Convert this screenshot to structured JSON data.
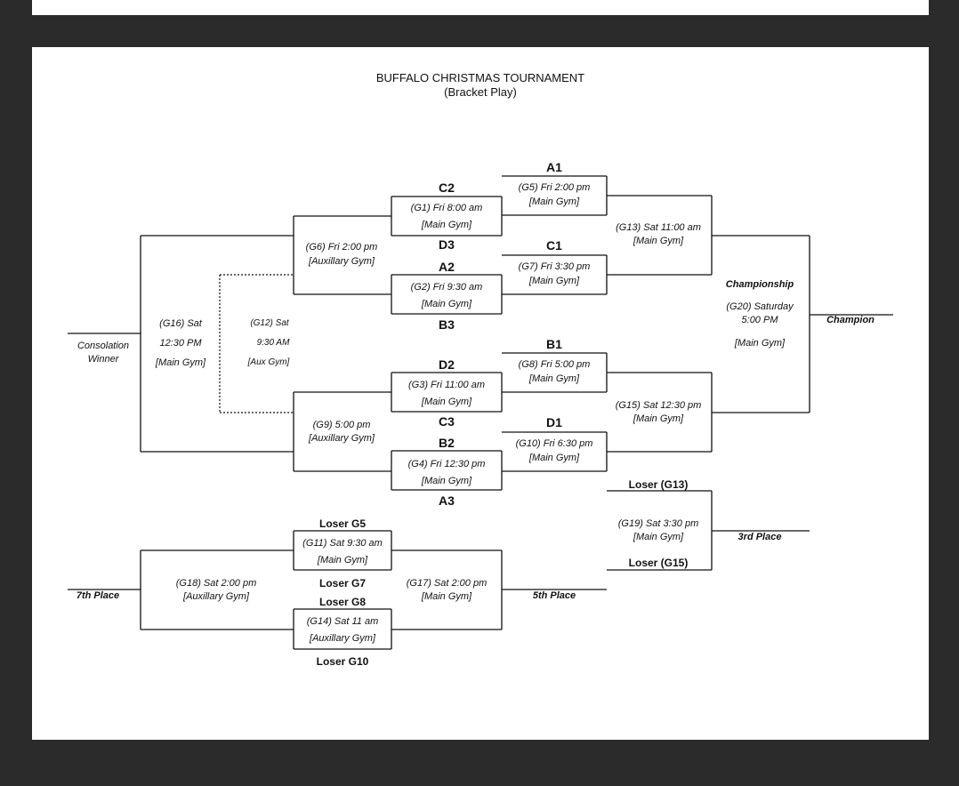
{
  "header": {
    "title": "BUFFALO CHRISTMAS TOURNAMENT",
    "subtitle": "(Bracket Play)"
  },
  "teams": {
    "a1": "A1",
    "c2": "C2",
    "d3": "D3",
    "c1": "C1",
    "a2": "A2",
    "b3": "B3",
    "b1": "B1",
    "d2": "D2",
    "c3": "C3",
    "d1": "D1",
    "b2": "B2",
    "a3": "A3"
  },
  "games": {
    "g1_time": "(G1)  Fri 8:00 am",
    "g1_loc": "[Main Gym]",
    "g2_time": "(G2)  Fri 9:30 am",
    "g2_loc": "[Main Gym]",
    "g3_time": "(G3)  Fri 11:00 am",
    "g3_loc": "[Main Gym]",
    "g4_time": "(G4)  Fri 12:30 pm",
    "g4_loc": "[Main Gym]",
    "g5_time": "(G5)  Fri 2:00 pm",
    "g5_loc": "[Main Gym]",
    "g7_time": "(G7)  Fri 3:30 pm",
    "g7_loc": "[Main Gym]",
    "g8_time": "(G8)  Fri 5:00 pm",
    "g8_loc": "[Main Gym]",
    "g10_time": "(G10)  Fri 6:30 pm",
    "g10_loc": "[Main Gym]",
    "g6_time": "(G6) Fri 2:00 pm",
    "g6_loc": "[Auxillary Gym]",
    "g9_time": "(G9)  5:00 pm",
    "g9_loc": "[Auxillary Gym]",
    "g13_time": "(G13)  Sat 11:00 am",
    "g13_loc": "[Main Gym]",
    "g15_time": "(G15)  Sat 12:30 pm",
    "g15_loc": "[Main Gym]",
    "g12_a": "(G12)  Sat",
    "g12_b": "9:30 AM",
    "g12_c": "[Aux Gym]",
    "g16_a": "(G16)  Sat",
    "g16_b": "12:30 PM",
    "g16_c": "[Main Gym]",
    "g20_label": "Championship",
    "g20_a": "(G20)  Saturday",
    "g20_b": "5:00 PM",
    "g20_c": "[Main Gym]",
    "g19_time": "(G19)  Sat 3:30 pm",
    "g19_loc": "[Main Gym]",
    "g11_time": "(G11)  Sat 9:30 am",
    "g11_loc": "[Main Gym]",
    "g14_time": "(G14)  Sat 11 am",
    "g14_loc": "[Auxillary Gym]",
    "g17_time": "(G17)  Sat 2:00 pm",
    "g17_loc": "[Main Gym]",
    "g18_time": "(G18)  Sat 2:00 pm",
    "g18_loc": "[Auxillary Gym]"
  },
  "losers": {
    "g13": "Loser (G13)",
    "g15": "Loser (G15)",
    "g5": "Loser G5",
    "g7": "Loser G7",
    "g8": "Loser G8",
    "g10": "Loser G10"
  },
  "places": {
    "champion": "Champion",
    "consolation_1": "Consolation",
    "consolation_2": "Winner",
    "third": "3rd Place",
    "fifth": "5th Place",
    "seventh": "7th Place"
  }
}
